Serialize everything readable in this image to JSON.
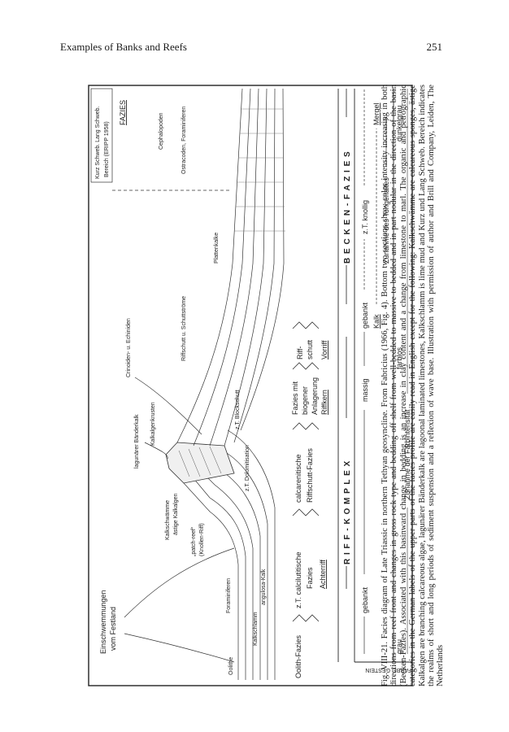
{
  "header": {
    "running_title": "Examples of Banks and Reefs",
    "page_number": "251"
  },
  "figure": {
    "source_note_line1": "Einschwemmungen",
    "source_note_line2": "vom Festland",
    "right_box_line1": "Kurz Schweb. Lang Schweb.",
    "right_box_line2": "Bereich (ERIPP 1958)",
    "fazies_label": "FAZIES",
    "reef_labels": {
      "laguna": "lagunärer Bänderkalk",
      "kalkalgen": "Kalkalgenkrusten",
      "patch": "„patch-reef“",
      "knollen": "(Knollen-Riff)",
      "dolomit": "z.T. Dolomitisation",
      "block": "z.T. Blockschutt",
      "crinoiden": "Crinoiden- u. Echiniden",
      "riffschutt": "Riffschutt u. Schuttströme",
      "cephalopoden": "Cephalopoden",
      "ostracoden": "Ostracoden, Foraminiferen",
      "kalkschwaemme": "Kalkschwämme",
      "kalkalgen2": "ästige Kalkalgen",
      "foraminiferen": "Foraminiferen",
      "oolith_label": "Oolithe",
      "schlamm": "Kalkschlamm",
      "angulosa": "angulosa-Kalk",
      "plattenkalk": "Plattenkalke"
    },
    "facies_row": {
      "oolith": "Oolith-Fazies",
      "calcilutitische_1": "z.T. calcilutitische",
      "calcilutitische_2": "Fazies",
      "calcarenitische_1": "calcarenitische",
      "calcarenitische_2": "Riffschutt-Fazies",
      "fazies_mit": "Fazies mit",
      "biogener": "biogener",
      "anlagerung": "Anlagerung",
      "riff": "Riff-",
      "schutt": "schutt",
      "riffkern": "Riffkern",
      "vorriff": "Vorriff",
      "achterriff": "Achterriff"
    },
    "komplex_row": {
      "riff_komplex": "R I F F - K O M P L E X",
      "becken_fazies": "B E C K E N - F A Z I E S"
    },
    "gestein_row": {
      "gebankt_1": "gebankt",
      "massig": "massig",
      "gebankt_2": "gebankt",
      "knollig": "z.T. knollig",
      "kalk": "Kalk",
      "mergel": "Mergel",
      "tongehalt": "Zunahme des Tongehaltes"
    },
    "farbe_row": {
      "grau": "grau",
      "farblos": "farblos",
      "dunkelgrau": "dunkelgrau",
      "intensitaet": "Zunahme der Farbintensität"
    },
    "side_labels": {
      "gestein": "GESTEIN",
      "farbe": "FARBE"
    }
  },
  "caption": {
    "text": "Fig. VIII-21. Facies diagram of Late Triassic in northern Tethyan geosyncline. From Fabricius (1966, Fig. 4). Bottom two sections show color intensity increasing in both directions from reef front and changes in gross rock type and bedding off shelf from well-bedded to massive to bedded and in part nodular in the direction of the basin (Becken-Fazies). Associated with this basinward change in bedding is an increase in clay content and a change from limestone to marl. The organic and petrographic categories in the German labels of the upper parts of the facies profile are easily read in English except for the following: Kalkschwämme are calcareous sponges, ästige Kalkalgen are branching calcareous algae, lagunärer Bänderkalk are lagoonal laminated limestones, Kalkschlamm is lime mud and Kurz und Lang Schweb. Bereich indicates the realms of short and long periods of sediment suspension and a reflexion of wave base. Illustration with permission of author and Brill and Company, Leiden, The Netherlands"
  }
}
